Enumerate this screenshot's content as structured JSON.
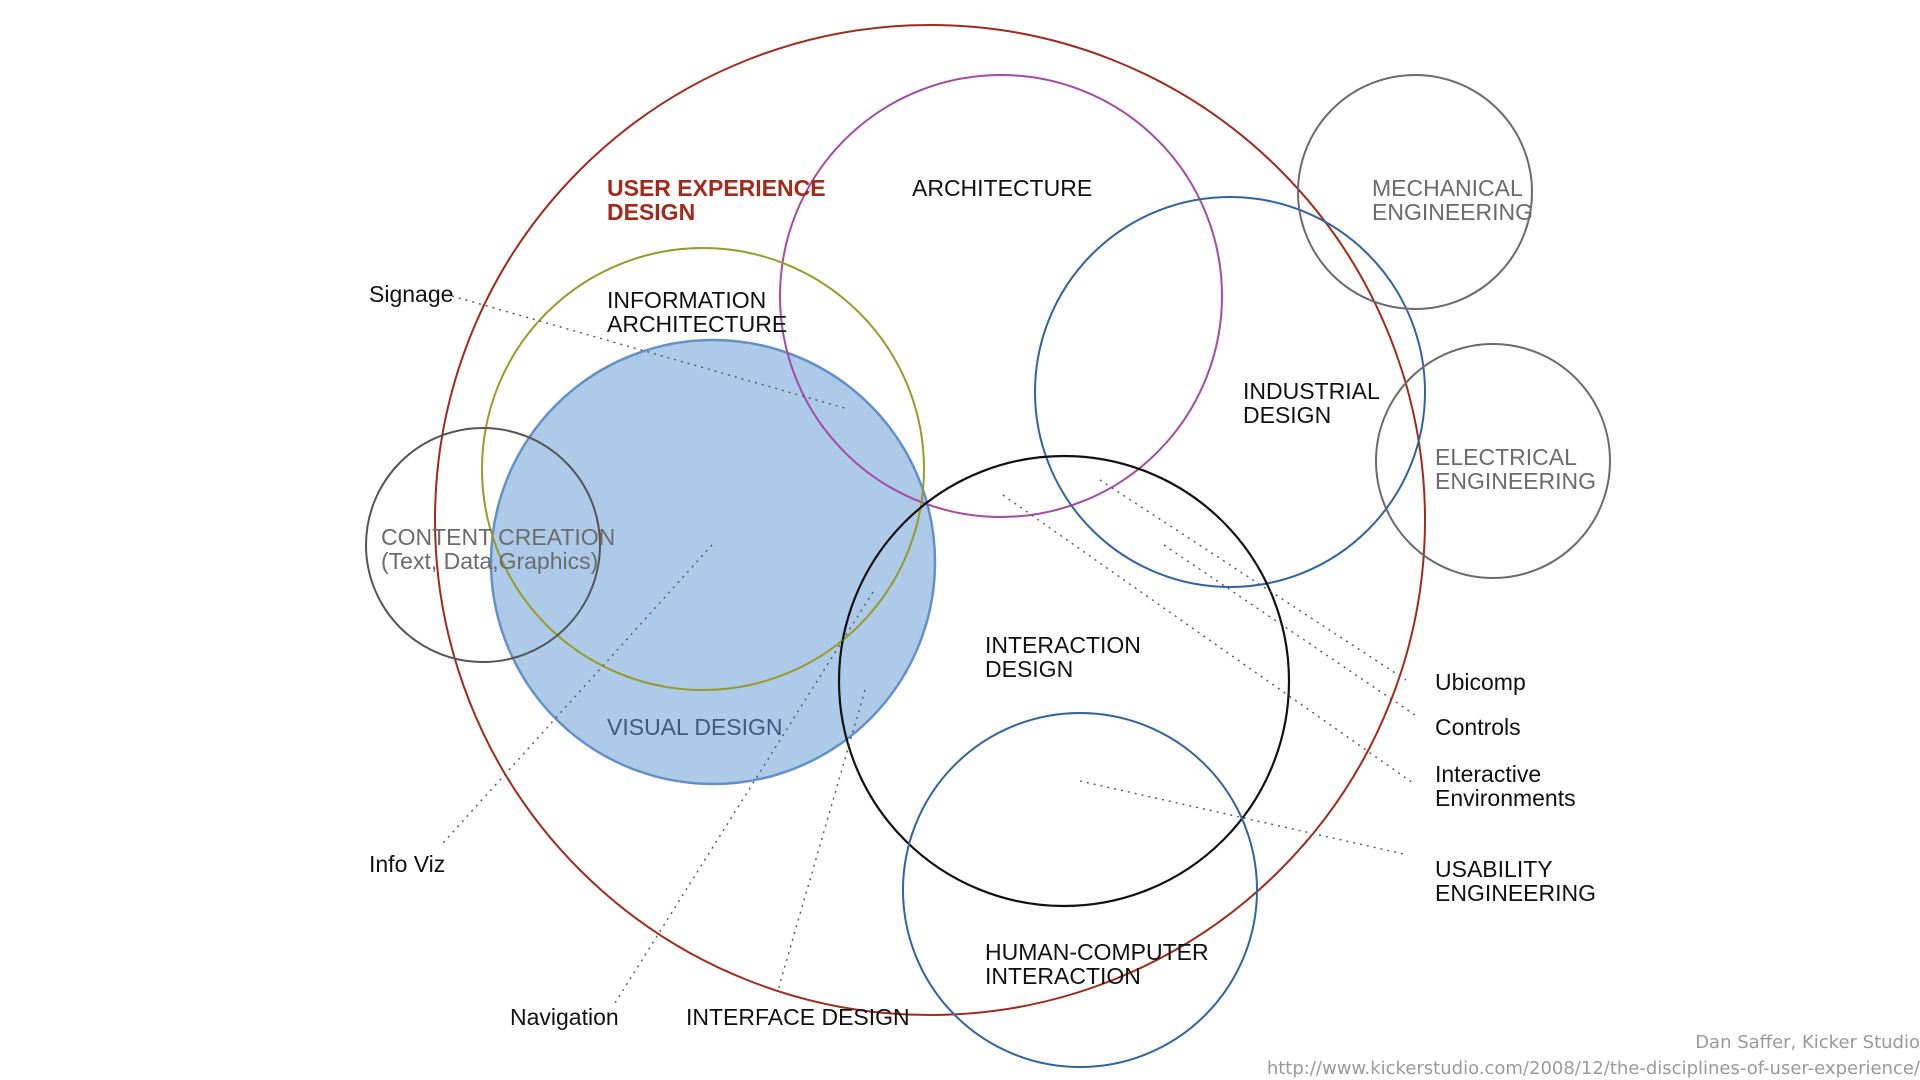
{
  "colors": {
    "ux": "#a02b1b",
    "architecture": "#a44aa8",
    "information_architecture": "#9a9a2a",
    "visual_fill": "#a9c8e8",
    "visual_stroke": "#5b8cc4",
    "industrial": "#2f64a0",
    "interaction": "#111111",
    "hci": "#2f64a0",
    "engineering": "#6b6b6b",
    "content": "#555555"
  },
  "disciplines": {
    "ux_line1": "USER EXPERIENCE",
    "ux_line2": "DESIGN",
    "architecture": "ARCHITECTURE",
    "info_arch_line1": "INFORMATION",
    "info_arch_line2": "ARCHITECTURE",
    "industrial_line1": "INDUSTRIAL",
    "industrial_line2": "DESIGN",
    "mechanical_line1": "MECHANICAL",
    "mechanical_line2": "ENGINEERING",
    "electrical_line1": "ELECTRICAL",
    "electrical_line2": "ENGINEERING",
    "content_line1": "CONTENT CREATION",
    "content_line2": "(Text, Data,Graphics)",
    "interaction_line1": "INTERACTION",
    "interaction_line2": "DESIGN",
    "visual": "VISUAL DESIGN",
    "hci_line1": "HUMAN-COMPUTER",
    "hci_line2": "INTERACTION"
  },
  "callouts": {
    "signage": "Signage",
    "info_viz": "Info Viz",
    "navigation": "Navigation",
    "interface_design": "INTERFACE DESIGN",
    "ubicomp": "Ubicomp",
    "controls": "Controls",
    "interactive_line1": "Interactive",
    "interactive_line2": "Environments",
    "usability_line1": "USABILITY",
    "usability_line2": "ENGINEERING"
  },
  "credit": {
    "author": "Dan Saffer, Kicker Studio",
    "url": "http://www.kickerstudio.com/2008/12/the-disciplines-of-user-experience/"
  }
}
